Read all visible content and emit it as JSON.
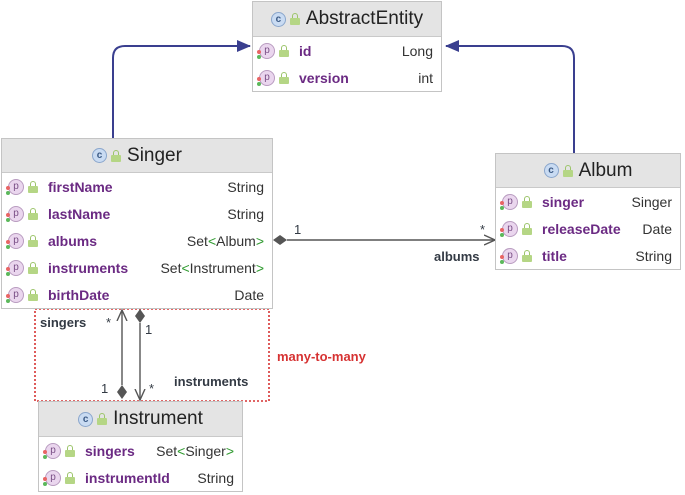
{
  "classes": {
    "abstract_entity": {
      "icon": "class-icon",
      "name": "AbstractEntity",
      "fields": [
        {
          "name": "id",
          "type": "Long"
        },
        {
          "name": "version",
          "type": "int"
        }
      ]
    },
    "singer": {
      "icon": "class-icon",
      "name": "Singer",
      "fields": [
        {
          "name": "firstName",
          "type": "String"
        },
        {
          "name": "lastName",
          "type": "String"
        },
        {
          "name": "albums",
          "type_prefix": "Set",
          "type_lt": "<",
          "type_inner": "Album",
          "type_gt": ">"
        },
        {
          "name": "instruments",
          "type_prefix": "Set",
          "type_lt": "<",
          "type_inner": "Instrument",
          "type_gt": ">"
        },
        {
          "name": "birthDate",
          "type": "Date"
        }
      ]
    },
    "album": {
      "icon": "class-icon",
      "name": "Album",
      "fields": [
        {
          "name": "singer",
          "type": "Singer"
        },
        {
          "name": "releaseDate",
          "type": "Date"
        },
        {
          "name": "title",
          "type": "String"
        }
      ]
    },
    "instrument": {
      "icon": "class-icon",
      "name": "Instrument",
      "fields": [
        {
          "name": "singers",
          "type_prefix": "Set",
          "type_lt": "<",
          "type_inner": "Singer",
          "type_gt": ">"
        },
        {
          "name": "instrumentId",
          "type": "String"
        }
      ]
    }
  },
  "field_icon_letter": "p",
  "class_icon_letter": "c",
  "relations": {
    "singer_album": {
      "source_mult": "1",
      "target_mult": "*",
      "target_role": "albums"
    },
    "singer_instrument": {
      "singers_role": "singers",
      "singers_mult": "*",
      "singer_side_mult": "1",
      "instruments_role": "instruments",
      "instrument_side_mult": "1",
      "instruments_mult": "*",
      "note": "many-to-many"
    }
  },
  "colors": {
    "arrow": "#3a3f8f",
    "note_border": "#d63232",
    "field_name": "#6b2a83",
    "generic_bracket": "#2e9a2e"
  }
}
